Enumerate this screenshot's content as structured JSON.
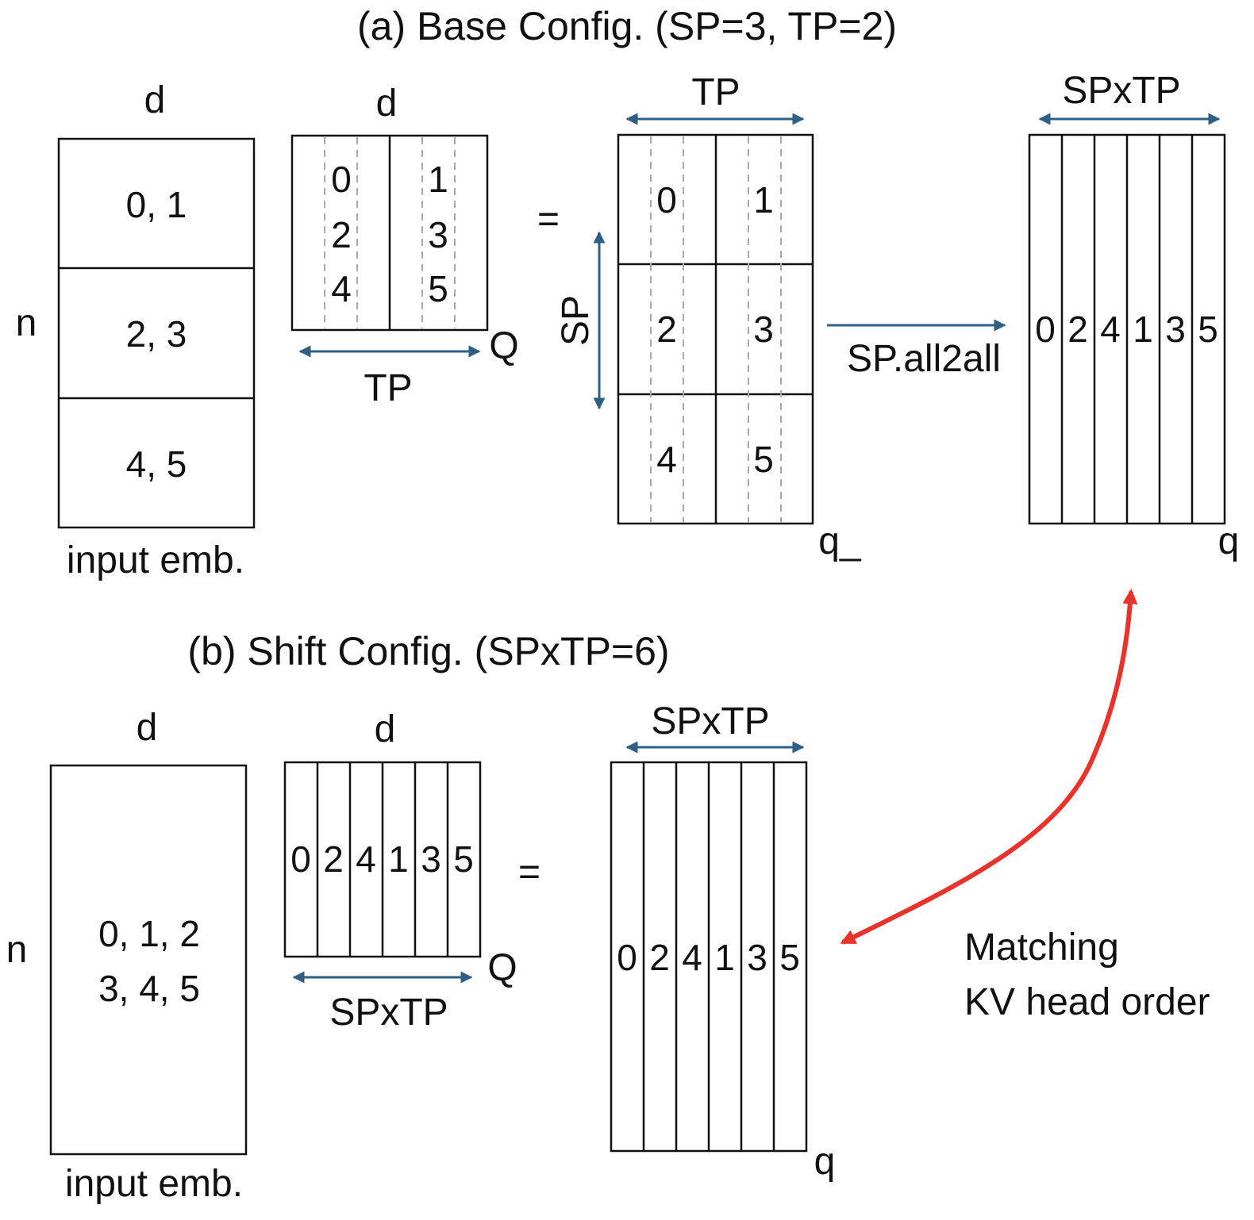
{
  "panel_a": {
    "title": "(a) Base Config. (SP=3, TP=2)",
    "input_emb": {
      "col_label": "d",
      "row_label": "n",
      "caption": "input emb.",
      "cells": [
        "0, 1",
        "2, 3",
        "4, 5"
      ]
    },
    "weight_q": {
      "col_label": "d",
      "name": "Q",
      "arrow_label": "TP",
      "cols": [
        [
          "0",
          "2",
          "4"
        ],
        [
          "1",
          "3",
          "5"
        ]
      ]
    },
    "equals": "=",
    "q_partial": {
      "top_arrow_label": "TP",
      "side_arrow_label": "SP",
      "name": "q_",
      "grid": [
        [
          "0",
          "1"
        ],
        [
          "2",
          "3"
        ],
        [
          "4",
          "5"
        ]
      ]
    },
    "all2all_label": "SP.all2all",
    "q_result": {
      "top_arrow_label": "SPxTP",
      "name": "q",
      "heads": [
        "0",
        "2",
        "4",
        "1",
        "3",
        "5"
      ]
    }
  },
  "panel_b": {
    "title": "(b) Shift Config. (SPxTP=6)",
    "input_emb": {
      "col_label": "d",
      "row_label": "n",
      "caption": "input emb.",
      "lines": [
        "0, 1, 2",
        "3, 4, 5"
      ]
    },
    "weight_q": {
      "col_label": "d",
      "name": "Q",
      "arrow_label": "SPxTP",
      "heads": [
        "0",
        "2",
        "4",
        "1",
        "3",
        "5"
      ]
    },
    "equals": "=",
    "q_result": {
      "top_arrow_label": "SPxTP",
      "name": "q",
      "heads": [
        "0",
        "2",
        "4",
        "1",
        "3",
        "5"
      ]
    }
  },
  "annotation": {
    "lines": [
      "Matching",
      "KV head order"
    ],
    "arrow_color": "#e8322a"
  },
  "colors": {
    "dim_arrow": "#2e5f85",
    "outline": "#111111",
    "dashed_divider": "#a9a9a9"
  }
}
